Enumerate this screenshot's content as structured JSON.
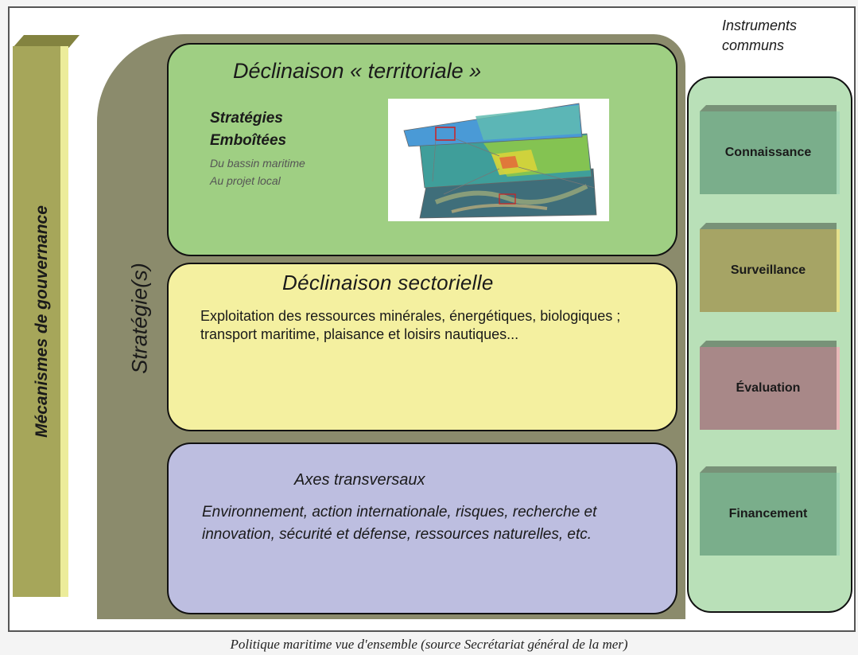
{
  "governance": {
    "label": "Mécanismes de gouvernance"
  },
  "strategy": {
    "label": "Stratégie(s)"
  },
  "territorial": {
    "title": "Déclinaison « territoriale »",
    "strategies_line1": "Stratégies",
    "strategies_line2": "Emboîtées",
    "sub_line1": "Du bassin maritime",
    "sub_line2": "Au projet local"
  },
  "sectoral": {
    "title": "Déclinaison  sectorielle",
    "body": "Exploitation des ressources minérales, énergétiques, biologiques ; transport maritime, plaisance et loisirs nautiques..."
  },
  "transversal": {
    "title": "Axes  transversaux",
    "body": "Environnement, action internationale, risques, recherche et innovation, sécurité et défense, ressources naturelles, etc."
  },
  "instruments": {
    "title_line1": "Instruments",
    "title_line2": "communs",
    "items": [
      {
        "label": "Connaissance",
        "color": "#7aae8b"
      },
      {
        "label": "Surveillance",
        "color": "#a6a465"
      },
      {
        "label": "Évaluation",
        "color": "#a88888"
      },
      {
        "label": "Financement",
        "color": "#7aae8b"
      }
    ]
  },
  "caption": "Politique maritime vue d'ensemble (source Secrétariat général de la mer)",
  "colors": {
    "territorial": "#9fcf83",
    "sectoral": "#f4f0a0",
    "transversal": "#bdbee0",
    "instrument_panel": "#b9e0b8",
    "strategy_panel": "#8b8b6c",
    "governance_bar": "#a6a65a"
  }
}
